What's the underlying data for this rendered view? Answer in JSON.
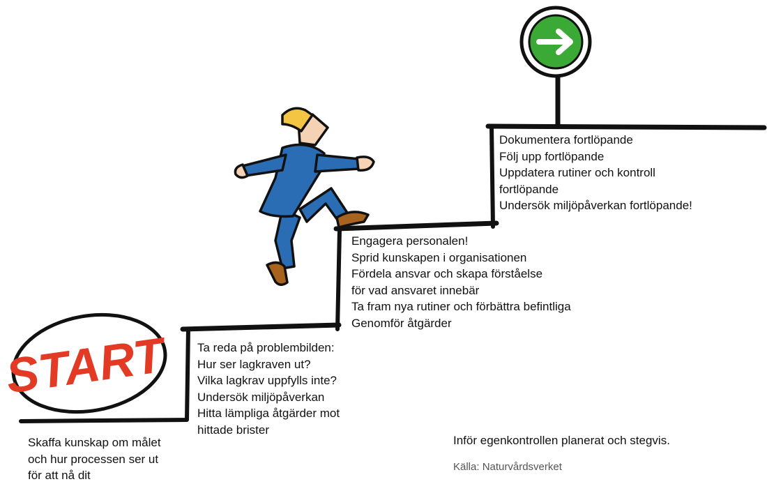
{
  "start_label": "START",
  "steps": [
    {
      "lines": [
        "Skaffa kunskap om målet",
        "och hur processen ser ut",
        "för att nå dit"
      ]
    },
    {
      "lines": [
        "Ta reda på problembilden:",
        "Hur ser lagkraven ut?",
        "Vilka lagkrav uppfylls inte?",
        "Undersök miljöpåverkan",
        "Hitta lämpliga åtgärder mot",
        "hittade brister"
      ]
    },
    {
      "lines": [
        "Engagera personalen!",
        "Sprid kunskapen i organisationen",
        "Fördela ansvar och skapa förståelse",
        "för vad ansvaret innebär",
        "Ta fram nya rutiner och förbättra befintliga",
        "Genomför åtgärder"
      ]
    },
    {
      "lines": [
        "Dokumentera fortlöpande",
        "Följ upp fortlöpande",
        "Uppdatera rutiner och kontroll",
        "fortlöpande",
        "Undersök miljöpåverkan fortlöpande!"
      ]
    }
  ],
  "footer": "Inför egenkontrollen planerat och stegvis.",
  "source": "Källa: Naturvårdsverket",
  "colors": {
    "start_red": "#e23a24",
    "sign_green": "#3aa935",
    "suit_blue": "#2a6db5",
    "hair": "#f3c542",
    "shoe": "#a8641f",
    "skin": "#f6d2b5"
  },
  "icons": [
    "arrow-right-icon"
  ]
}
